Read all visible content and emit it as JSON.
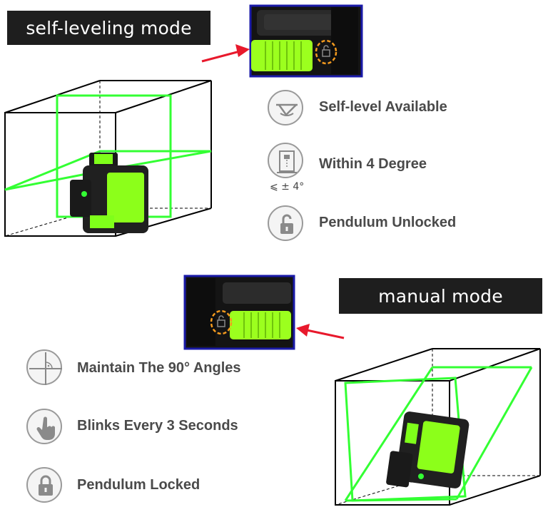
{
  "self_leveling": {
    "title": "self-leveling mode",
    "features": [
      {
        "icon": "level-check-icon",
        "label": "Self-level Available"
      },
      {
        "icon": "tilt-range-icon",
        "label": "Within 4 Degree",
        "note": "⩽ ± 4°"
      },
      {
        "icon": "unlocked-padlock-icon",
        "label": "Pendulum Unlocked"
      }
    ]
  },
  "manual": {
    "title": "manual mode",
    "features": [
      {
        "icon": "right-angle-crosshair-icon",
        "label": "Maintain The 90° Angles"
      },
      {
        "icon": "pointing-hand-icon",
        "label": "Blinks Every 3 Seconds"
      },
      {
        "icon": "locked-padlock-icon",
        "label": "Pendulum Locked"
      }
    ]
  },
  "colors": {
    "laser_green": "#33ff33",
    "banner_bg": "#1e1e1e",
    "highlight_border": "#1a1aa8",
    "arrow_red": "#e8192c",
    "switch_green": "#9cff1e",
    "lock_ring_orange": "#f39a1e"
  }
}
